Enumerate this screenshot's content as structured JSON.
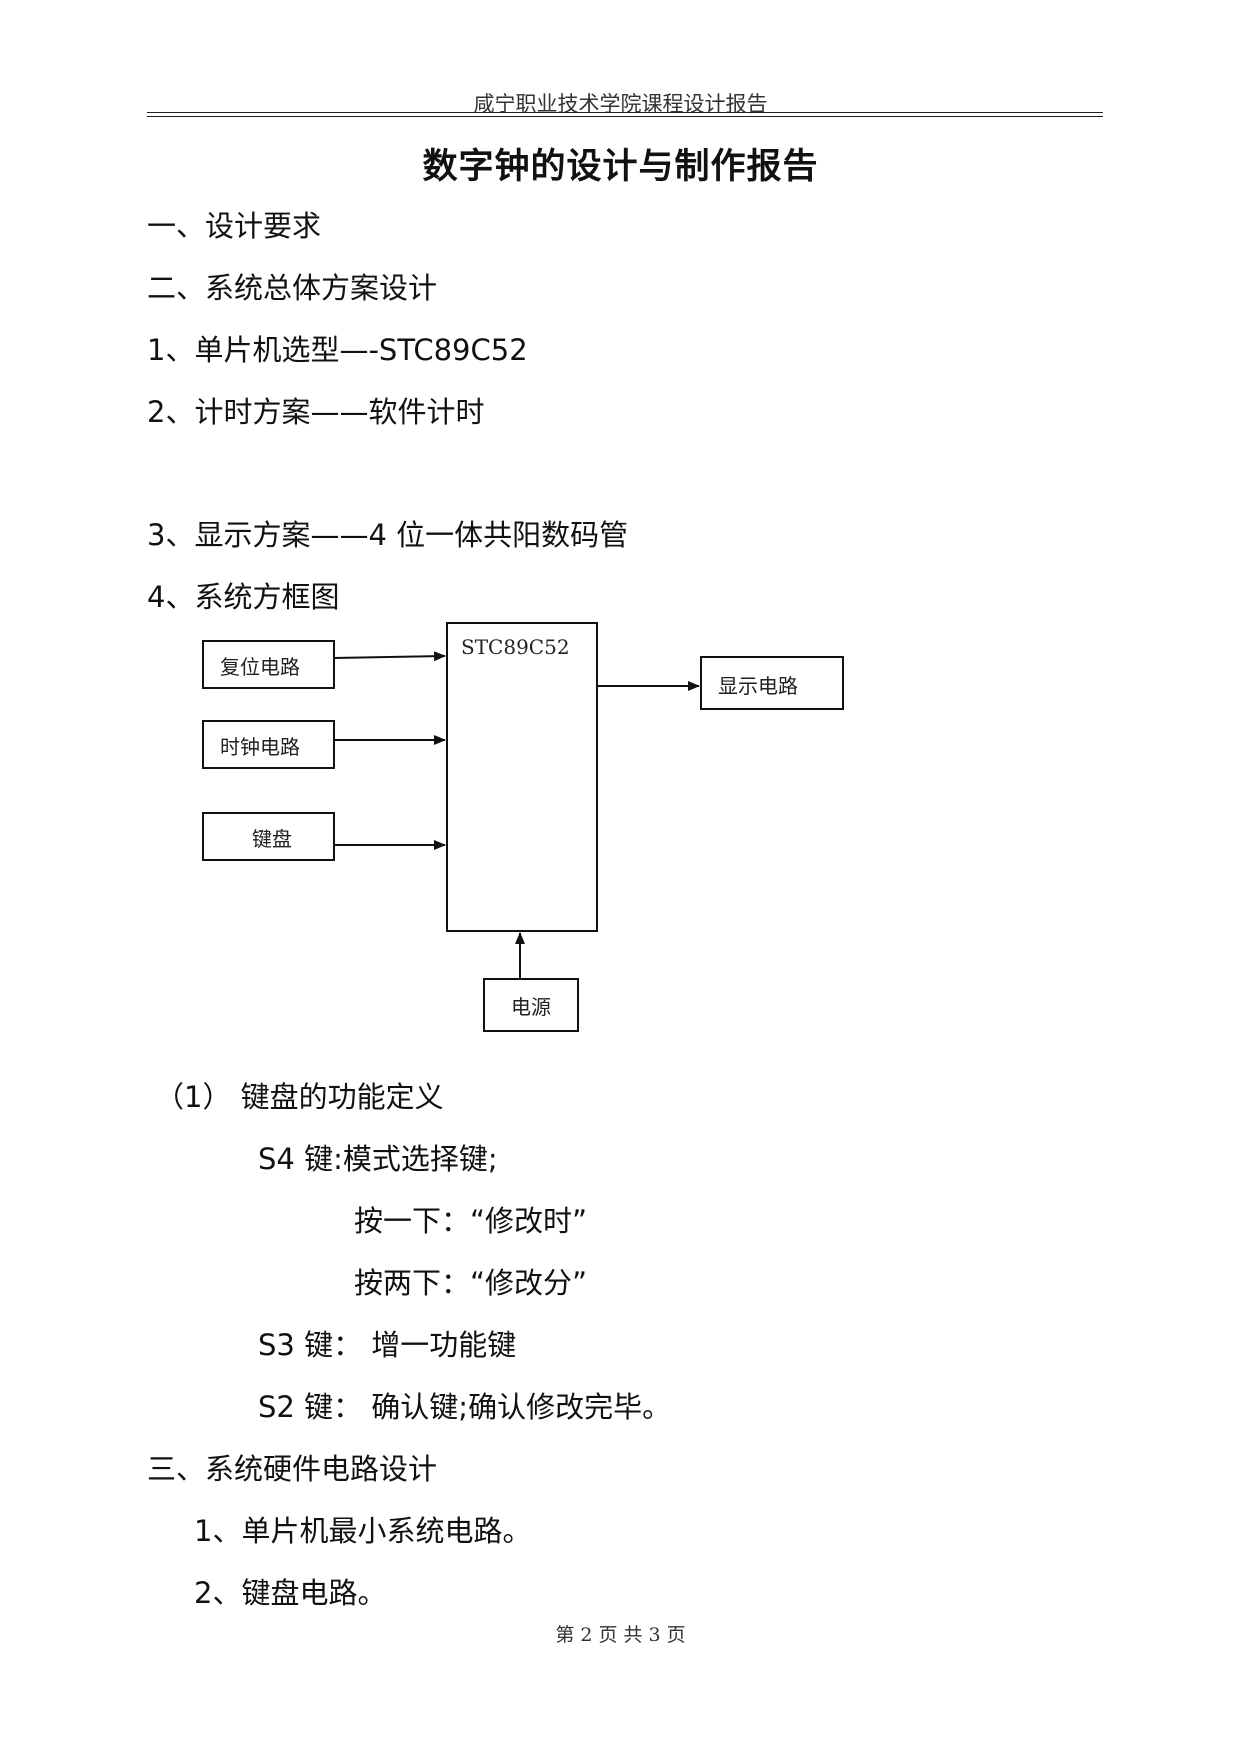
{
  "header": {
    "text": "咸宁职业技术学院课程设计报告"
  },
  "title": "数字钟的设计与制作报告",
  "lines": {
    "l1": "一、设计要求",
    "l2": "二、系统总体方案设计",
    "l3": "1、单片机选型—-STC89C52",
    "l4": "2、计时方案——软件计时",
    "l5": "3、显示方案——4 位一体共阳数码管",
    "l6": "4、系统方框图",
    "l7": "（1） 键盘的功能定义",
    "l8": "S4 键:模式选择键;",
    "l9": "按一下：“修改时”",
    "l10": "按两下：“修改分”",
    "l11": "S3 键： 增一功能键",
    "l12": "S2 键： 确认键;确认修改完毕。",
    "l13": "三、系统硬件电路设计",
    "l14": "1、单片机最小系统电路。",
    "l15": "2、键盘电路。"
  },
  "diagram": {
    "mcu": "STC89C52",
    "reset": "复位电路",
    "clock": "时钟电路",
    "keyboard": "键盘",
    "display": "显示电路",
    "power": "电源"
  },
  "footer": {
    "text": "第 2 页 共 3 页"
  }
}
